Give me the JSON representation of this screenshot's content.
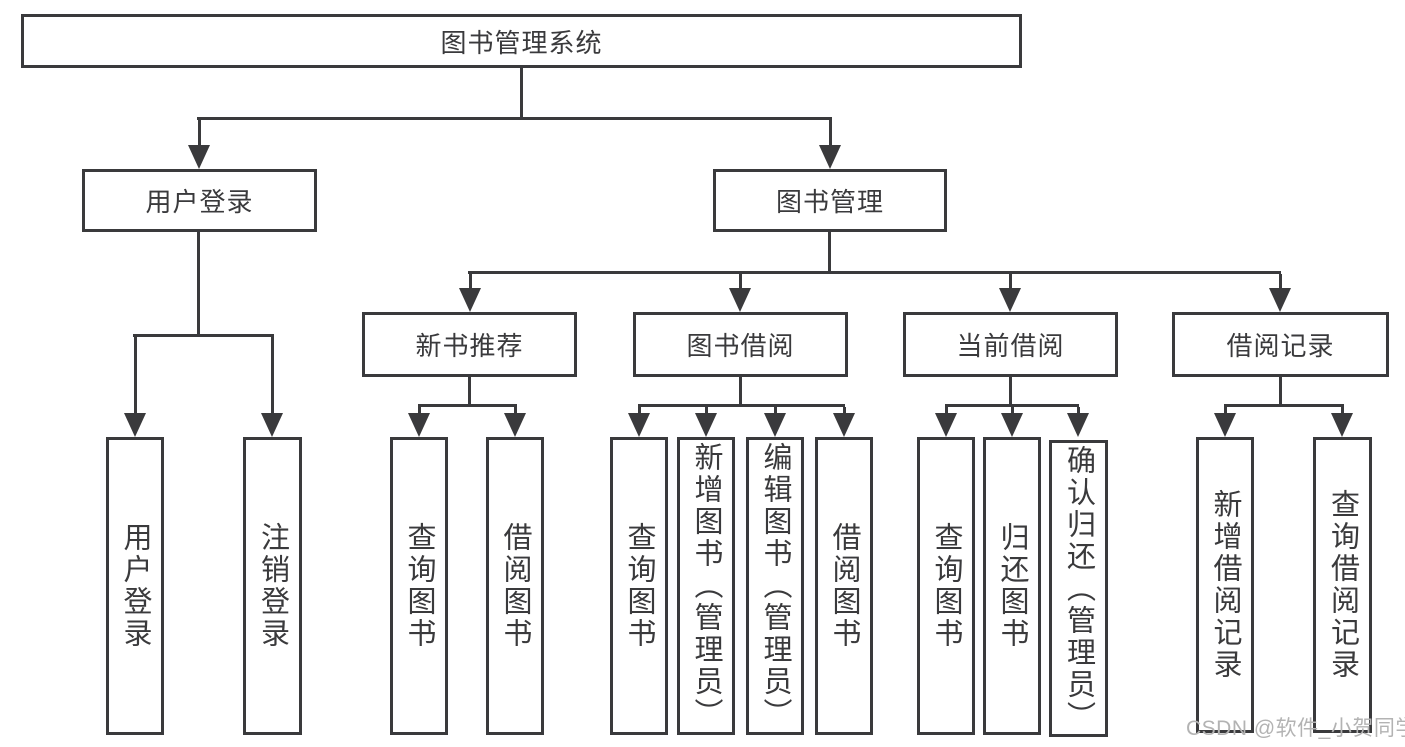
{
  "tree": {
    "root": {
      "label": "图书管理系统"
    },
    "branches": [
      {
        "label": "用户登录",
        "children": [
          {
            "label": "用户登录"
          },
          {
            "label": "注销登录"
          }
        ]
      },
      {
        "label": "图书管理",
        "children": [
          {
            "label": "新书推荐",
            "children": [
              {
                "label": "查询图书"
              },
              {
                "label": "借阅图书"
              }
            ]
          },
          {
            "label": "图书借阅",
            "children": [
              {
                "label": "查询图书"
              },
              {
                "label": "新增图书（管理员）"
              },
              {
                "label": "编辑图书（管理员）"
              },
              {
                "label": "借阅图书"
              }
            ]
          },
          {
            "label": "当前借阅",
            "children": [
              {
                "label": "查询图书"
              },
              {
                "label": "归还图书"
              },
              {
                "label": "确认归还（管理员）"
              }
            ]
          },
          {
            "label": "借阅记录",
            "children": [
              {
                "label": "新增借阅记录"
              },
              {
                "label": "查询借阅记录"
              }
            ]
          }
        ]
      }
    ]
  },
  "watermark": "CSDN @软件_小贺同学",
  "colors": {
    "line": "#3a3a3c",
    "text": "#3a3a3c",
    "watermark": "#b3b3b3",
    "background": "#ffffff"
  }
}
